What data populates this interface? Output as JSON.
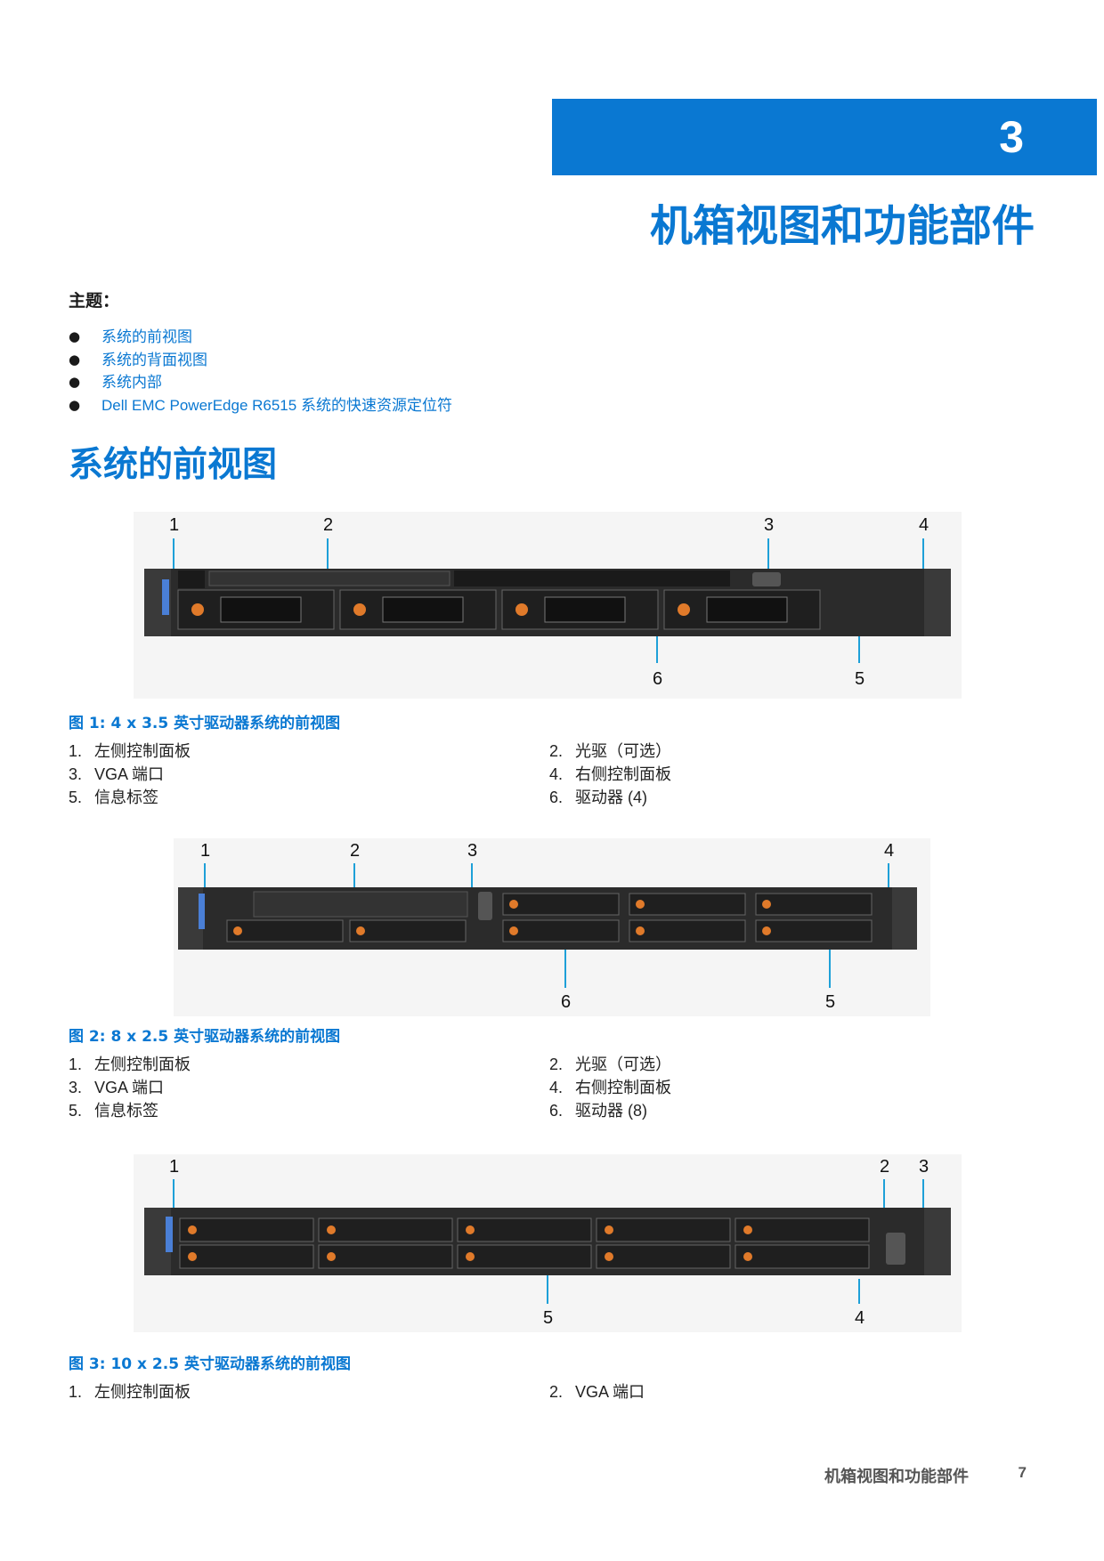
{
  "chapter": {
    "number": "3",
    "title": "机箱视图和功能部件"
  },
  "topics": {
    "heading": "主题：",
    "items": [
      "系统的前视图",
      "系统的背面视图",
      "系统内部",
      "Dell EMC PowerEdge R6515 系统的快速资源定位符"
    ]
  },
  "section": {
    "title": "系统的前视图"
  },
  "figures": [
    {
      "caption": "图 1: 4 x 3.5 英寸驱动器系统的前视图",
      "callouts": [
        "1",
        "2",
        "3",
        "4",
        "6",
        "5"
      ],
      "legend": [
        {
          "num": "1.",
          "text": "左侧控制面板"
        },
        {
          "num": "2.",
          "text": "光驱（可选）"
        },
        {
          "num": "3.",
          "text": "VGA 端口"
        },
        {
          "num": "4.",
          "text": "右侧控制面板"
        },
        {
          "num": "5.",
          "text": "信息标签"
        },
        {
          "num": "6.",
          "text": "驱动器 (4)"
        }
      ]
    },
    {
      "caption": "图 2: 8 x 2.5 英寸驱动器系统的前视图",
      "callouts": [
        "1",
        "2",
        "3",
        "4",
        "6",
        "5"
      ],
      "legend": [
        {
          "num": "1.",
          "text": "左侧控制面板"
        },
        {
          "num": "2.",
          "text": "光驱（可选）"
        },
        {
          "num": "3.",
          "text": "VGA 端口"
        },
        {
          "num": "4.",
          "text": "右侧控制面板"
        },
        {
          "num": "5.",
          "text": "信息标签"
        },
        {
          "num": "6.",
          "text": "驱动器 (8)"
        }
      ]
    },
    {
      "caption": "图 3: 10 x 2.5 英寸驱动器系统的前视图",
      "callouts": [
        "1",
        "2",
        "3",
        "5",
        "4"
      ],
      "legend": [
        {
          "num": "1.",
          "text": "左侧控制面板"
        },
        {
          "num": "2.",
          "text": "VGA 端口"
        }
      ]
    }
  ],
  "footer": {
    "title": "机箱视图和功能部件",
    "page": "7"
  },
  "colors": {
    "accent": "#0a78d2",
    "callout_line": "#1ea0d8",
    "chassis": "#2b2b2b",
    "drive_led": "#e07a2a"
  }
}
